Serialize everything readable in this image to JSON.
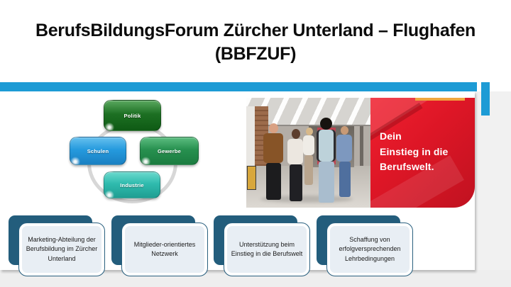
{
  "title": {
    "line1": "BerufsBildungsForum Zürcher Unterland – Flughafen",
    "line2": "(BBFZUF)"
  },
  "colors": {
    "accent_blue": "#1d9bd5",
    "pillar_dark_teal": "#235d7c",
    "pillar_light_fill": "#e8eef4",
    "poster_red": "#dd1626",
    "politik_green": "#1d7023",
    "schulen_blue": "#259ade",
    "gewerbe_green": "#27904f",
    "industrie_teal": "#2fbbae",
    "ring_gray": "#d7d7d7"
  },
  "diagram": {
    "nodes": [
      {
        "label": "Politik"
      },
      {
        "label": "Schulen"
      },
      {
        "label": "Gewerbe"
      },
      {
        "label": "Industrie"
      }
    ]
  },
  "poster": {
    "lines": [
      "Dein",
      "Einstieg in die",
      "Berufswelt."
    ]
  },
  "pillars": [
    {
      "text": "Marketing-Abteilung der Berufsbildung im Zürcher Unterland"
    },
    {
      "text": "Mitglieder-orientiertes Netzwerk"
    },
    {
      "text": "Unterstützung beim Einstieg in die Berufswelt"
    },
    {
      "text": "Schaffung von erfolgversprechenden Lehrbedingungen"
    }
  ]
}
